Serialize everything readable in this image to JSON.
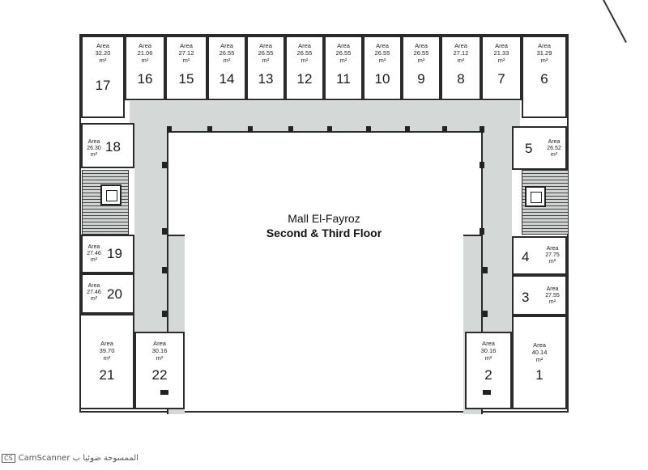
{
  "title": {
    "line1": "Mall El-Fayroz",
    "line2": "Second & Third Floor"
  },
  "area_label": "Area",
  "unit_label": "m²",
  "units": [
    {
      "num": "17",
      "area": "32.20"
    },
    {
      "num": "16",
      "area": "21.06"
    },
    {
      "num": "15",
      "area": "27.12"
    },
    {
      "num": "14",
      "area": "26.55"
    },
    {
      "num": "13",
      "area": "26.55"
    },
    {
      "num": "12",
      "area": "26.55"
    },
    {
      "num": "11",
      "area": "26.55"
    },
    {
      "num": "10",
      "area": "26.55"
    },
    {
      "num": "9",
      "area": "26.55"
    },
    {
      "num": "8",
      "area": "27.12"
    },
    {
      "num": "7",
      "area": "21.33"
    },
    {
      "num": "6",
      "area": "31.29"
    },
    {
      "num": "18",
      "area": "26.30"
    },
    {
      "num": "5",
      "area": "26.52"
    },
    {
      "num": "19",
      "area": "27.46"
    },
    {
      "num": "4",
      "area": "27.75"
    },
    {
      "num": "20",
      "area": "27.46"
    },
    {
      "num": "3",
      "area": "27.55"
    },
    {
      "num": "21",
      "area": "39.70"
    },
    {
      "num": "22",
      "area": "30.16"
    },
    {
      "num": "2",
      "area": "30.16"
    },
    {
      "num": "1",
      "area": "40.14"
    }
  ],
  "footer": {
    "badge": "CS",
    "text": "CamScanner الممسوحة ضوئيا ب"
  }
}
